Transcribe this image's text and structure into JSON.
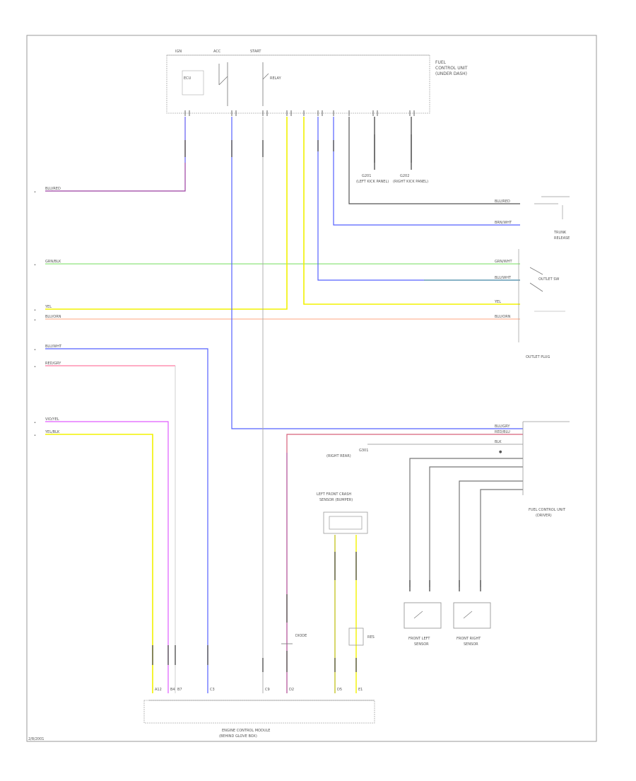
{
  "page_label": "2/8/2001",
  "colors": {
    "purple": "#9b3fa0",
    "blue": "#5560ff",
    "green": "#7ee06a",
    "yellow": "#f4f400",
    "orange": "#ff9a6a",
    "pink": "#ff6f9a",
    "magenta": "#e05cff",
    "gray": "#b5b5b5",
    "dark": "#444444"
  },
  "left_wires": [
    {
      "key": "w1",
      "label": "BLU/RED",
      "color": "purple"
    },
    {
      "key": "w2",
      "label": "GRN/BLK",
      "color": "green"
    },
    {
      "key": "w3",
      "label": "YEL",
      "color": "yellow"
    },
    {
      "key": "w4",
      "label": "BLU/ORN",
      "color": "orange"
    },
    {
      "key": "w5",
      "label": "BLU/WHT",
      "color": "blue"
    },
    {
      "key": "w6",
      "label": "RED/GRY",
      "color": "pink"
    },
    {
      "key": "w7",
      "label": "VIO/YEL",
      "color": "magenta"
    },
    {
      "key": "w8",
      "label": "YEL/BLK",
      "color": "yellow"
    }
  ],
  "right_wires": [
    {
      "key": "r1",
      "label": "GRN/WHT"
    },
    {
      "key": "r2",
      "label": "BLU/WHT"
    },
    {
      "key": "r3",
      "label": "BRN/WHT"
    },
    {
      "key": "r4",
      "label": "BLU/RED"
    },
    {
      "key": "r5",
      "label": "YEL"
    },
    {
      "key": "r6",
      "label": "BLU/ORN"
    },
    {
      "key": "r7",
      "label": "BLU/GRY"
    },
    {
      "key": "r8",
      "label": "RED/BLU"
    },
    {
      "key": "r9",
      "label": "BLK"
    }
  ],
  "components": {
    "top_module": [
      "FUEL",
      "CONTROL UNIT",
      "(UNDER DASH)"
    ],
    "top_pins": [
      "IGN",
      "ACC",
      "START"
    ],
    "top_labels": [
      "ECU",
      "RELAY"
    ],
    "ground_top_1": [
      "G201",
      "(LEFT KICK PANEL)"
    ],
    "ground_top_2": [
      "G202",
      "(RIGHT KICK PANEL)"
    ],
    "release_switch": [
      "TRUNK",
      "RELEASE"
    ],
    "outlet_switch": "OUTLET SW",
    "outlet_name": "OUTLET PLUG",
    "right_module": [
      "FUEL CONTROL UNIT",
      "(DRIVER)"
    ],
    "ground_mid": [
      "G301",
      "(RIGHT REAR)"
    ],
    "sensor_box": [
      "LEFT FRONT CRASH",
      "SENSOR (BUMPER)"
    ],
    "diode": "DIODE",
    "resistor": "RES",
    "sensor1": [
      "FRONT LEFT",
      "SENSOR"
    ],
    "sensor2": [
      "FRONT RIGHT",
      "SENSOR"
    ],
    "bottom_module": [
      "ENGINE CONTROL MODULE",
      "(BEHIND GLOVE BOX)"
    ],
    "bottom_pins": [
      "A12",
      "B4",
      "B7",
      "C3",
      "C9",
      "D2",
      "D5",
      "E1"
    ]
  }
}
